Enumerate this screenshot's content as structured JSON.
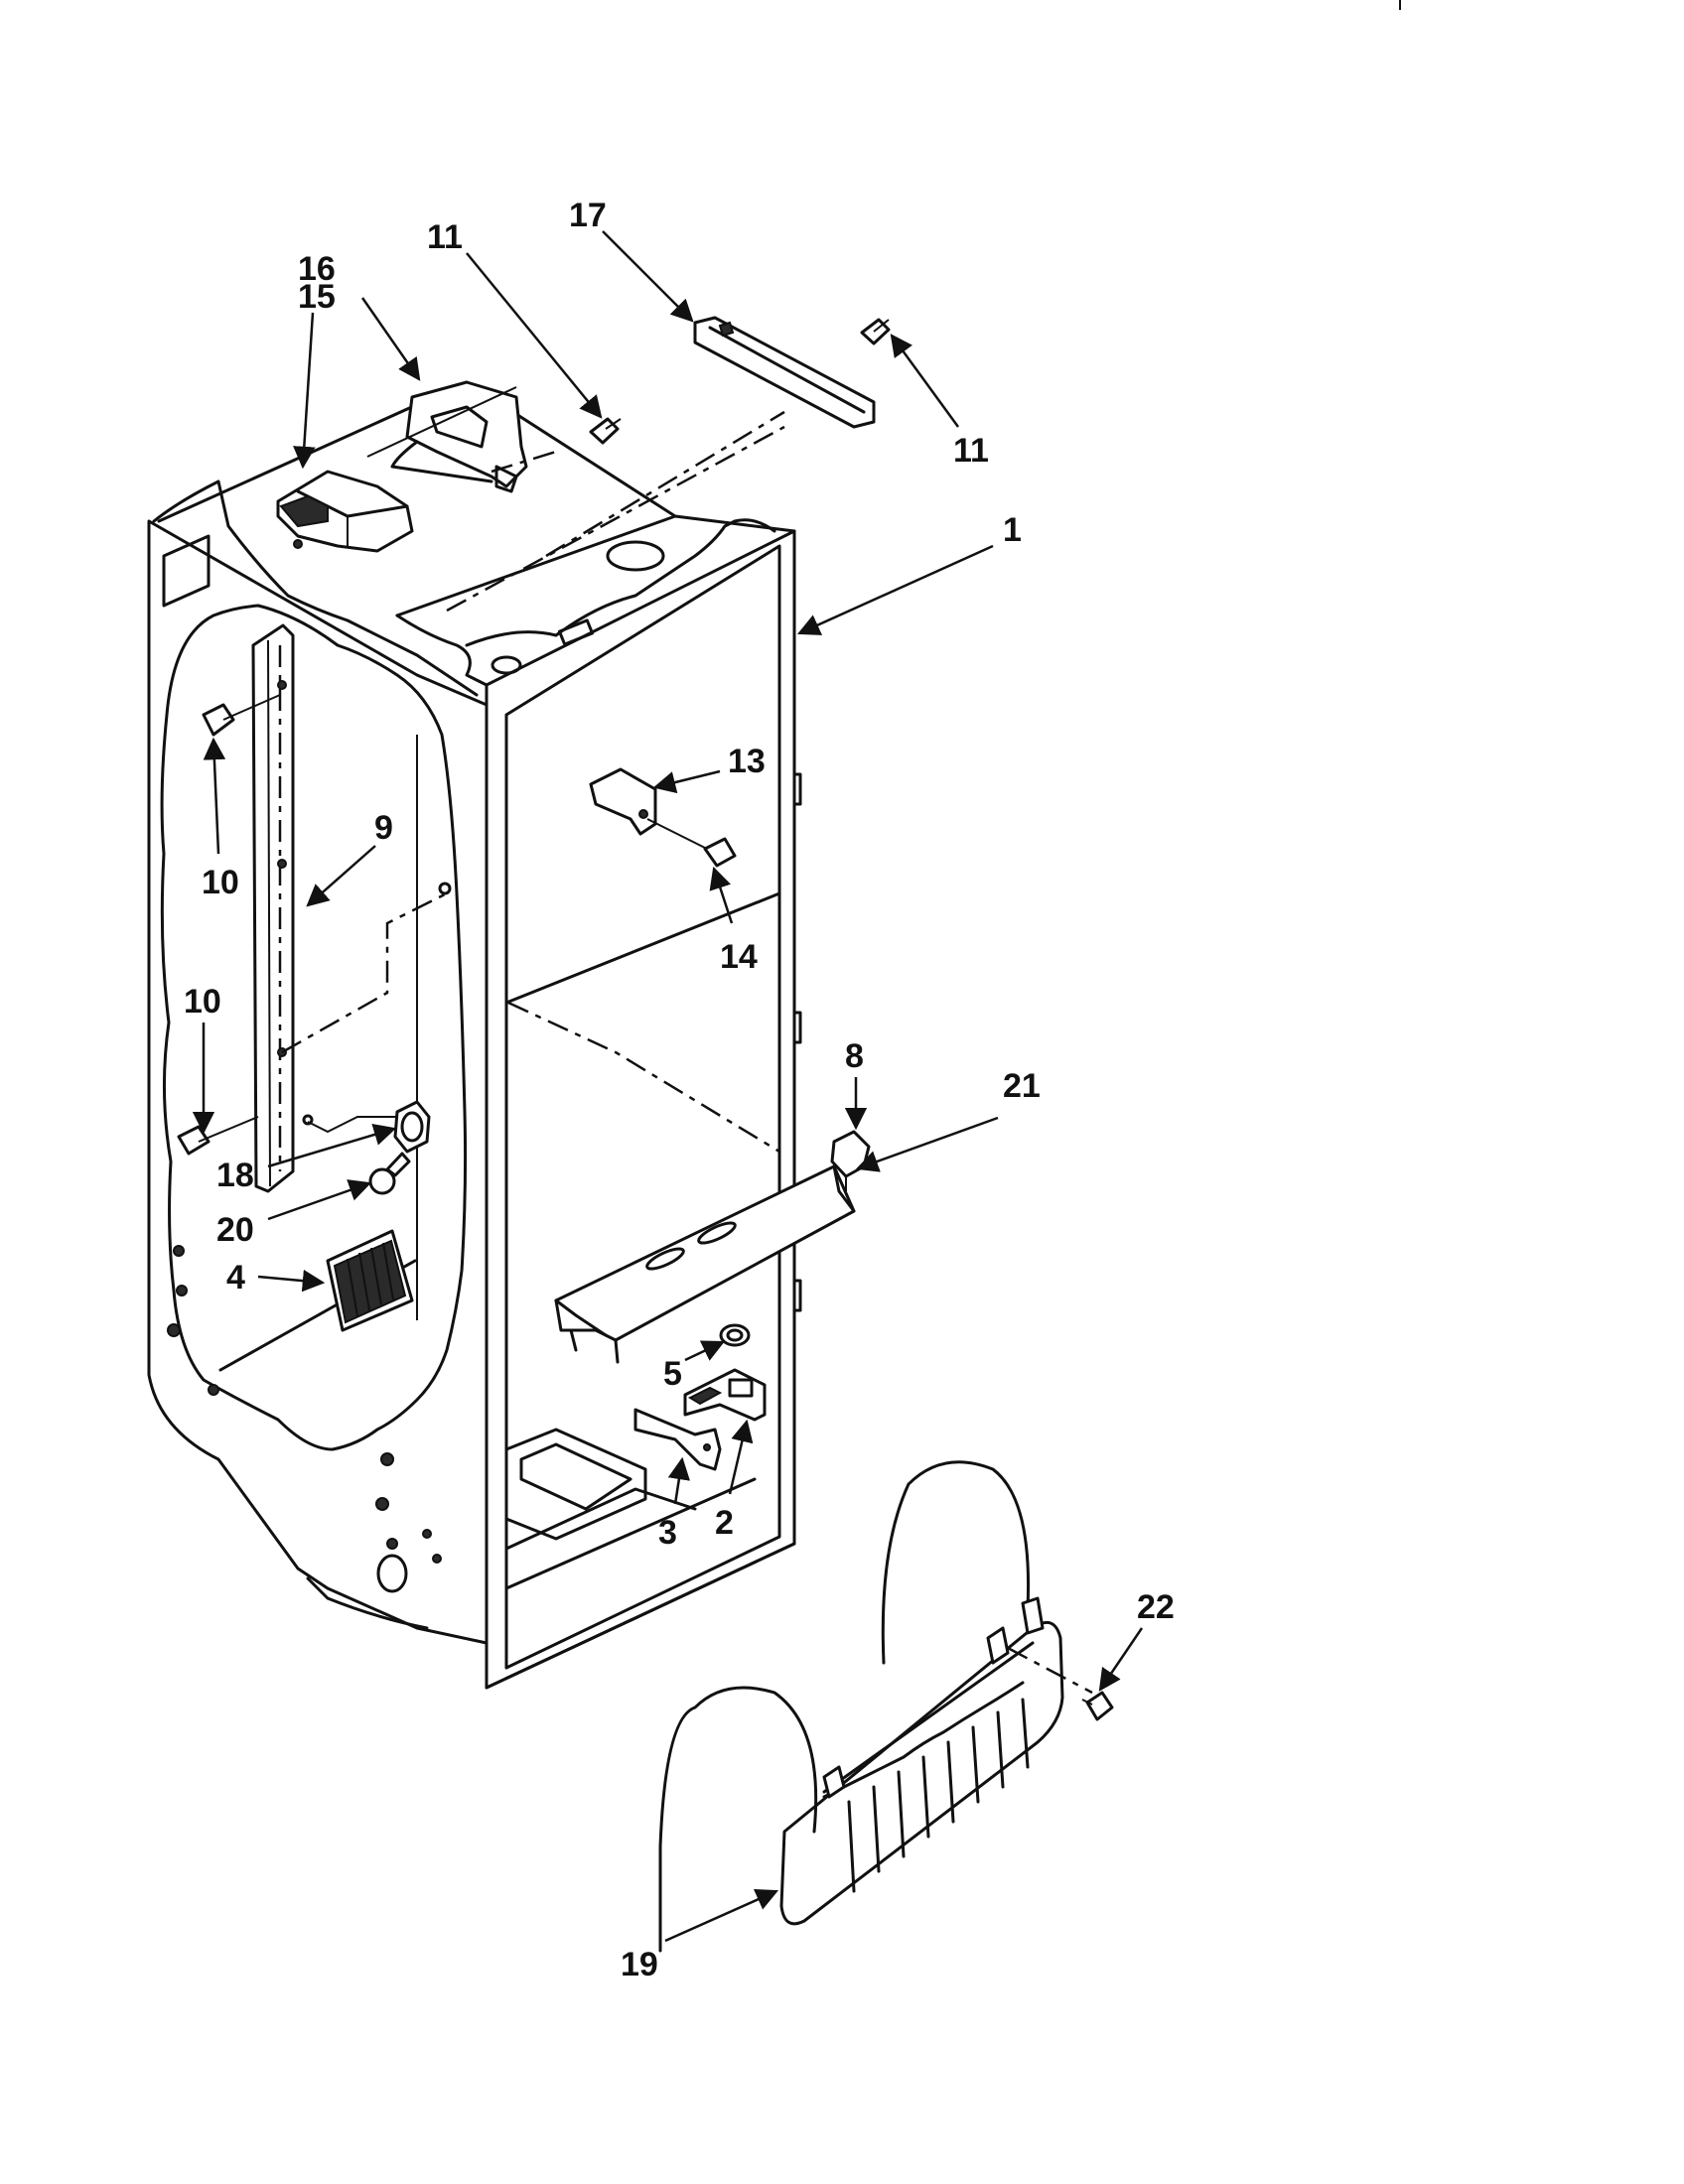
{
  "callouts": {
    "c1": "1",
    "c2": "2",
    "c3": "3",
    "c4": "4",
    "c5": "5",
    "c8": "8",
    "c9": "9",
    "c10a": "10",
    "c10b": "10",
    "c11a": "11",
    "c11b": "11",
    "c13": "13",
    "c14": "14",
    "c15": "15",
    "c16": "16",
    "c17": "17",
    "c18": "18",
    "c19": "19",
    "c20": "20",
    "c21": "21",
    "c22": "22"
  }
}
